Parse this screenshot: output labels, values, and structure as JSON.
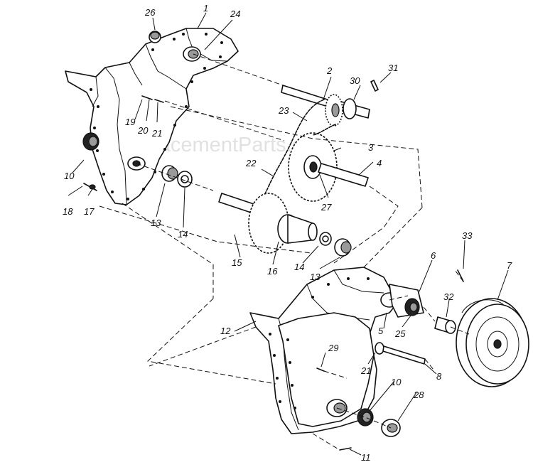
{
  "watermark": "eReplacementParts.com",
  "callouts": {
    "c1": "1",
    "c2": "2",
    "c3": "3",
    "c4": "4",
    "c5": "5",
    "c6": "6",
    "c7": "7",
    "c8": "8",
    "c10a": "10",
    "c10b": "10",
    "c11": "11",
    "c12": "12",
    "c13a": "13",
    "c13b": "13",
    "c14a": "14",
    "c14b": "14",
    "c15": "15",
    "c16": "16",
    "c17": "17",
    "c18": "18",
    "c19": "19",
    "c20": "20",
    "c21a": "21",
    "c21b": "21",
    "c22": "22",
    "c23": "23",
    "c24": "24",
    "c25": "25",
    "c26": "26",
    "c27": "27",
    "c28": "28",
    "c29": "29",
    "c30": "30",
    "c31": "31",
    "c32": "32",
    "c33": "33"
  }
}
